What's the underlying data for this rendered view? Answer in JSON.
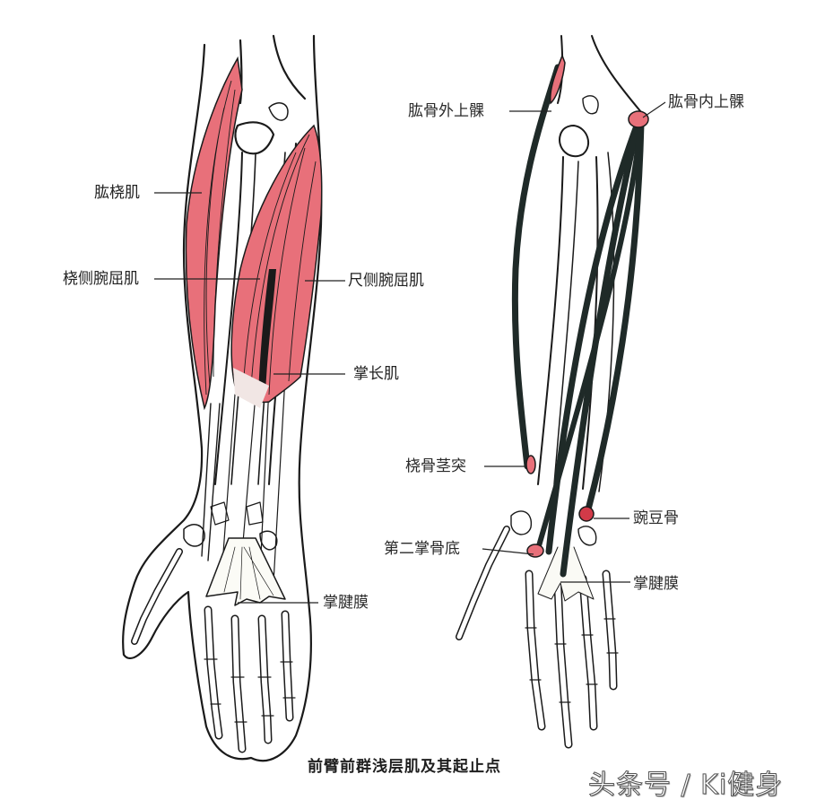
{
  "figure": {
    "caption": "前臂前群浅层肌及其起止点",
    "watermark": "头条号 / Ki健身",
    "colors": {
      "muscle": "#e8707a",
      "muscle_shadow": "#c94a55",
      "ink": "#1a1a1a",
      "tendon_band": "#1f2a28",
      "background": "#ffffff"
    }
  },
  "left_figure": {
    "labels": [
      {
        "id": "brachioradialis",
        "text": "肱桡肌"
      },
      {
        "id": "flexor-carpi-radialis",
        "text": "桡侧腕屈肌"
      },
      {
        "id": "flexor-carpi-ulnaris",
        "text": "尺侧腕屈肌"
      },
      {
        "id": "palmaris-longus",
        "text": "掌长肌"
      },
      {
        "id": "palmar-aponeurosis",
        "text": "掌腱膜"
      }
    ]
  },
  "right_figure": {
    "labels": [
      {
        "id": "lateral-epicondyle",
        "text": "肱骨外上髁"
      },
      {
        "id": "medial-epicondyle",
        "text": "肱骨内上髁"
      },
      {
        "id": "radial-styloid",
        "text": "桡骨茎突"
      },
      {
        "id": "pisiform",
        "text": "豌豆骨"
      },
      {
        "id": "second-metacarpal-base",
        "text": "第二掌骨底"
      },
      {
        "id": "palmar-aponeurosis",
        "text": "掌腱膜"
      }
    ]
  }
}
